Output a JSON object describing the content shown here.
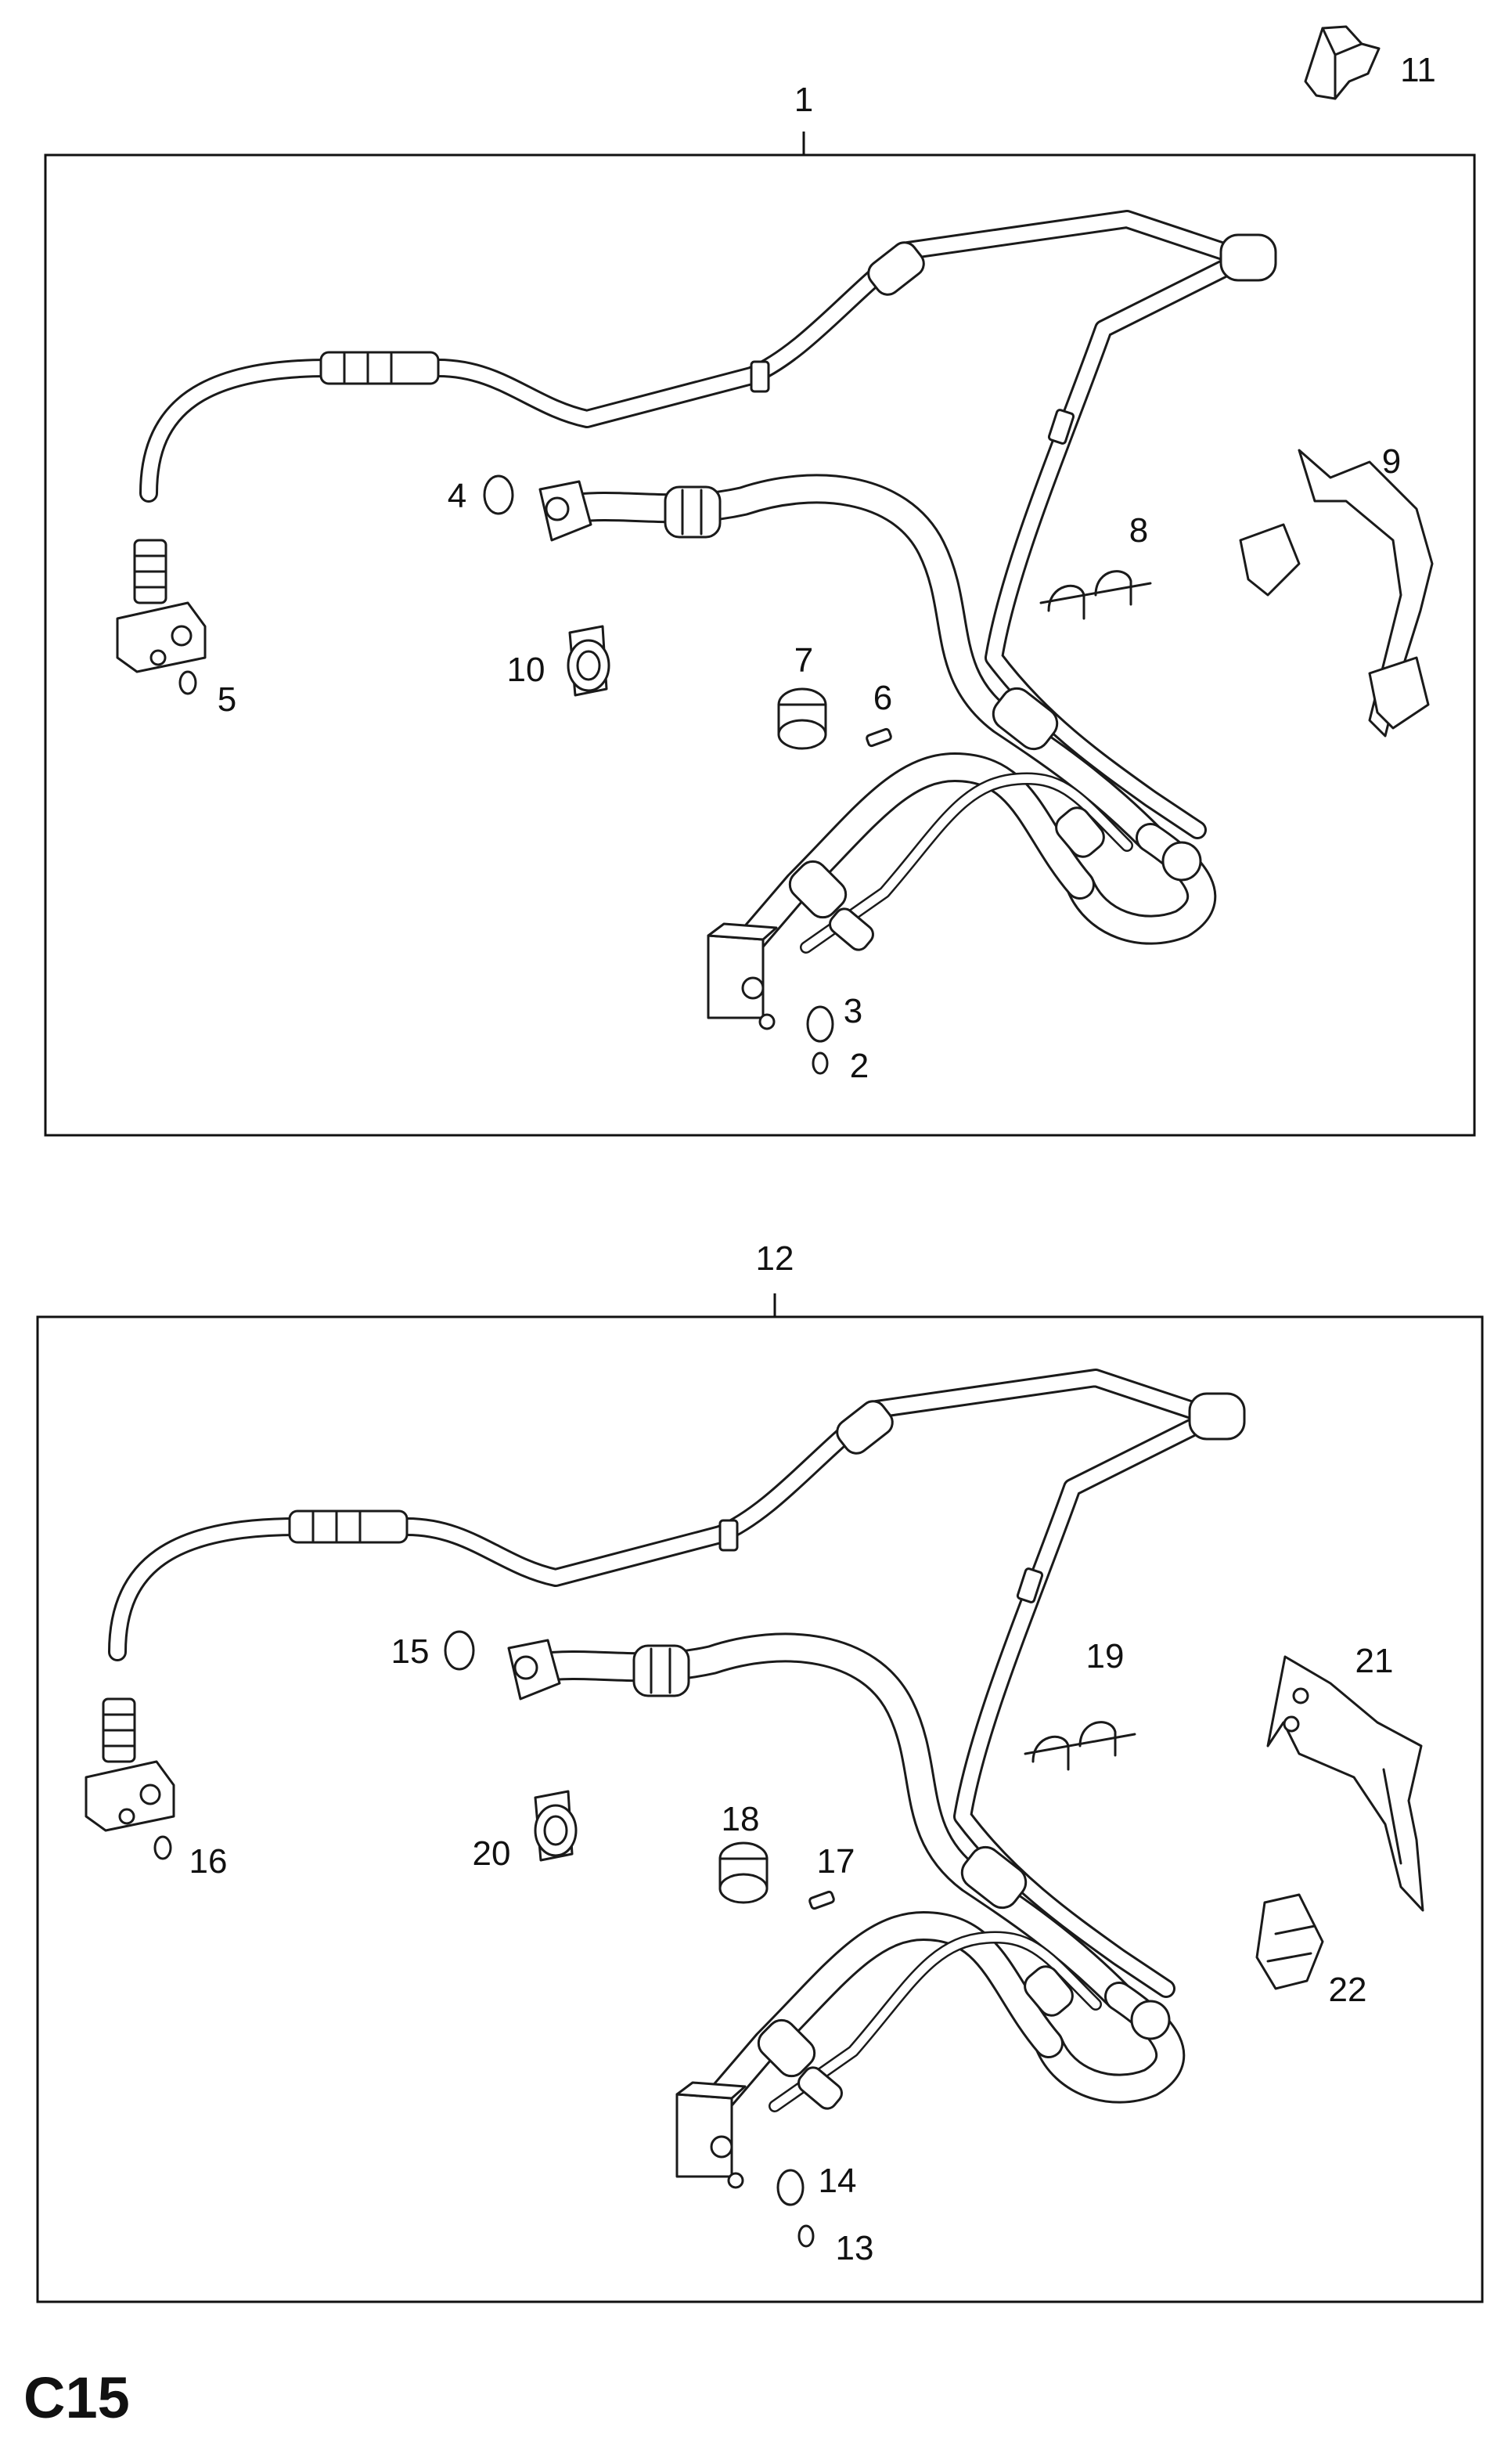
{
  "page_code": "C15",
  "assemblies": [
    {
      "label": "1",
      "callouts": [
        "2",
        "3",
        "4",
        "5",
        "6",
        "7",
        "8",
        "9",
        "10"
      ]
    },
    {
      "label": "12",
      "callouts": [
        "13",
        "14",
        "15",
        "16",
        "17",
        "18",
        "19",
        "20",
        "21",
        "22"
      ]
    }
  ],
  "loose_part_callout": "11"
}
